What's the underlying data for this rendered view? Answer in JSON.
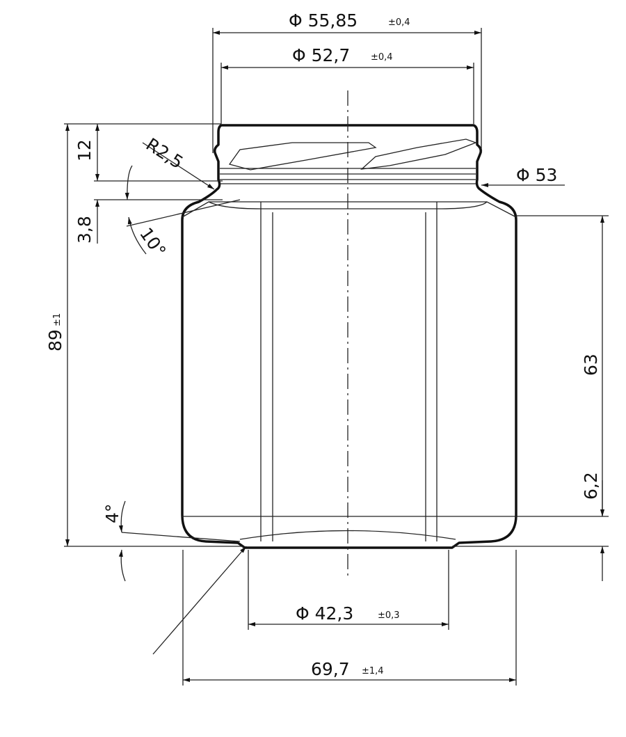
{
  "drawing": {
    "dimensions": {
      "outer_thread_diameter": {
        "value": "Φ 55,85",
        "tolerance": "±0,4"
      },
      "inner_thread_diameter": {
        "value": "Φ 52,7",
        "tolerance": "±0,4"
      },
      "neck_diameter": {
        "value": "Φ 53"
      },
      "finish_height": {
        "value": "12"
      },
      "neck_radius": {
        "value": "R2,5"
      },
      "neck_height": {
        "value": "3,8"
      },
      "shoulder_angle": {
        "value": "10°"
      },
      "total_height": {
        "value": "89",
        "tolerance": "±1"
      },
      "body_height": {
        "value": "63"
      },
      "base_height": {
        "value": "6,2"
      },
      "base_angle": {
        "value": "4°"
      },
      "base_diameter": {
        "value": "Φ 42,3",
        "tolerance": "±0,3"
      },
      "body_width": {
        "value": "69,7",
        "tolerance": "±1,4"
      }
    }
  }
}
